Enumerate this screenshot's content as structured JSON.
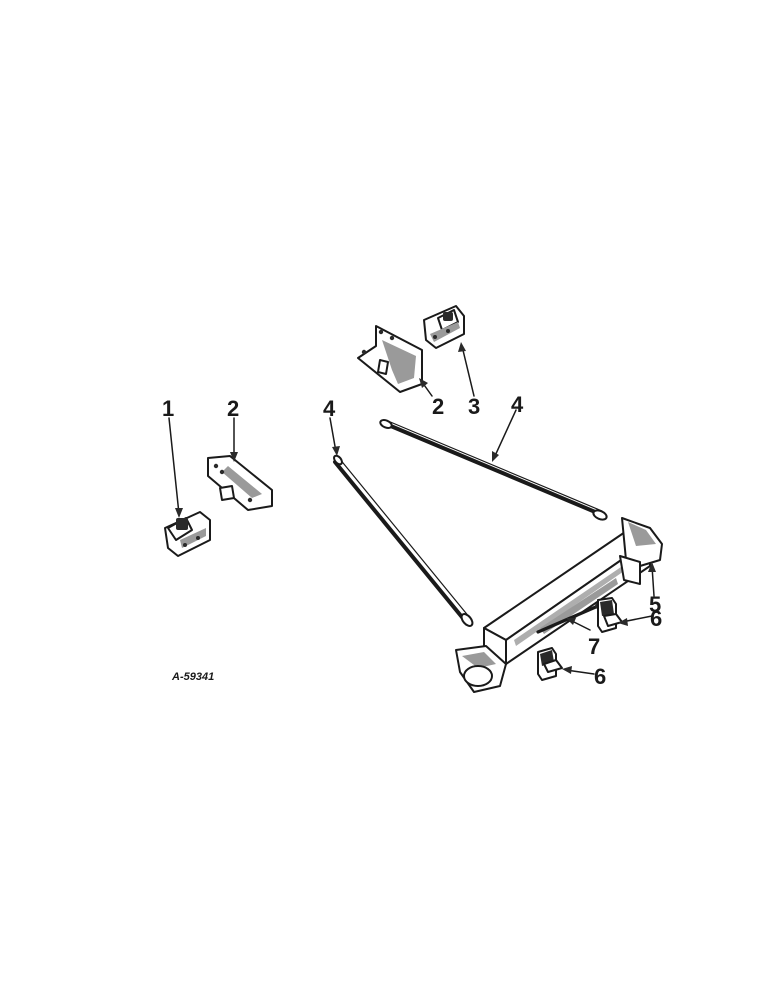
{
  "drawing_id": "A-59341",
  "callouts": {
    "c1": "1",
    "c2a": "2",
    "c2b": "2",
    "c3": "3",
    "c4a": "4",
    "c4b": "4",
    "c5": "5",
    "c6a": "6",
    "c6b": "6",
    "c7": "7"
  }
}
